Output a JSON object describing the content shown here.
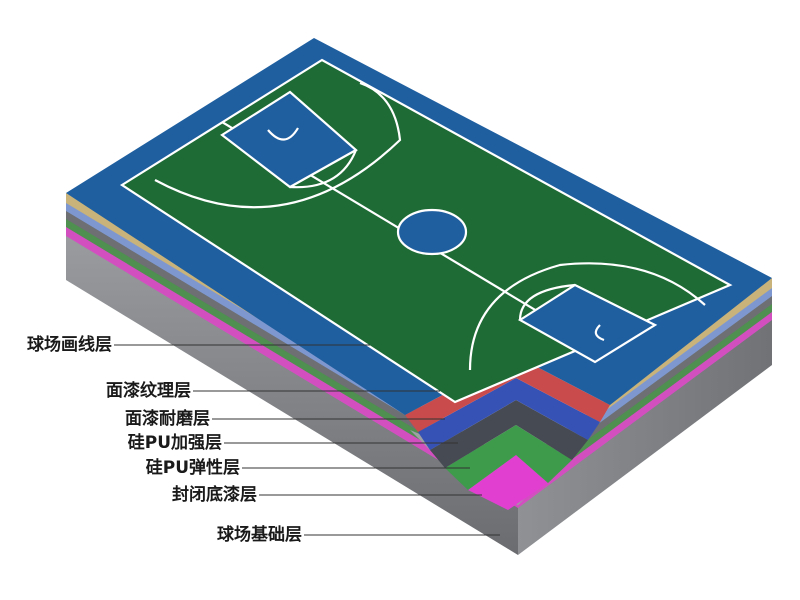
{
  "layers": [
    {
      "label": "球场画线层",
      "color": "#1f5fa0"
    },
    {
      "label": "面漆纹理层",
      "color": "#c74a4a"
    },
    {
      "label": "面漆耐磨层",
      "color": "#3a56b8"
    },
    {
      "label": "硅PU加强层",
      "color": "#4a4f57"
    },
    {
      "label": "硅PU弹性层",
      "color": "#3f9a4c"
    },
    {
      "label": "封闭底漆层",
      "color": "#e040c8"
    },
    {
      "label": "球场基础层",
      "color": "#7d7f83"
    }
  ],
  "colors": {
    "court_green": "#1e6b36",
    "court_border_blue": "#1f5fa0",
    "line_white": "#ffffff",
    "sand": "#c9b37a",
    "side_blue": "#6f8fc9",
    "side_green": "#4f8f50",
    "side_pink": "#d04ab8",
    "side_gray": "#8a8c90"
  }
}
